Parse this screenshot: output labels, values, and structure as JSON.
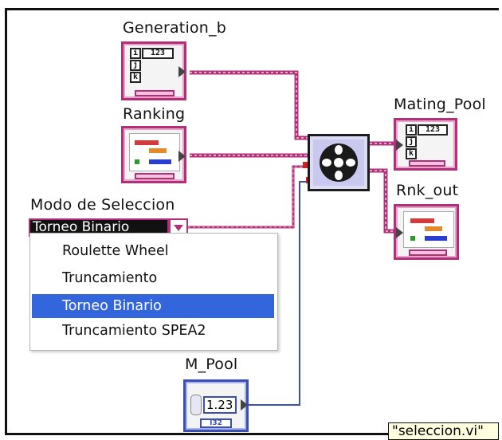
{
  "labels": {
    "generation_b": "Generation_b",
    "ranking": "Ranking",
    "mating_pool": "Mating_Pool",
    "rnk_out": "Rnk_out",
    "modo_de_seleccion": "Modo de Seleccion",
    "m_pool": "M_Pool"
  },
  "generation_b_cluster": {
    "fields": [
      "i",
      "j",
      "k"
    ],
    "numeric_display": "123"
  },
  "mating_pool_cluster": {
    "fields": [
      "i",
      "j",
      "k"
    ],
    "numeric_display": "123"
  },
  "enum_control": {
    "selected_value": "Torneo Binario",
    "options": [
      "Roulette Wheel",
      "Truncamiento",
      "Torneo Binario",
      "Truncamiento SPEA2"
    ],
    "selected_index": 2
  },
  "m_pool_control": {
    "value": "1.23",
    "type_badge": "I32"
  },
  "subvi_icon": "selection-wheel-icon",
  "tooltip": "\"seleccion.vi\"",
  "colors": {
    "cluster_wire": "#b0307a",
    "cluster_wire_light": "#e8a3c8",
    "numeric_wire": "#3a4fb0",
    "menu_highlight": "#3366dd"
  }
}
